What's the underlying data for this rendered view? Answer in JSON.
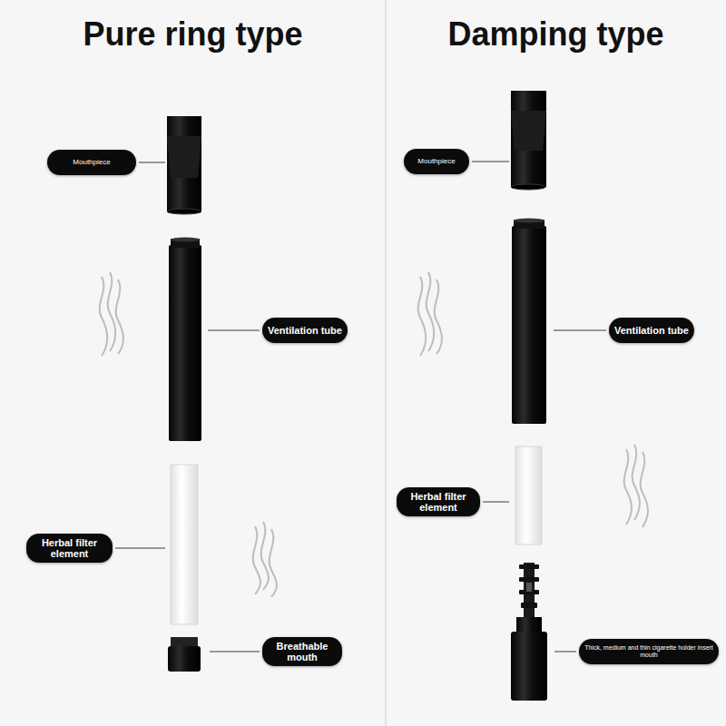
{
  "diagram": {
    "nodes": [
      {
        "text": [
          "Mouthpiece"
        ]
      },
      {
        "text": [
          "Ventilation tube"
        ]
      },
      {
        "text": [
          "Herbal filter element"
        ]
      },
      {
        "text": [
          "Breathable mouth"
        ]
      },
      {
        "text": [
          "Mouthpiece"
        ]
      },
      {
        "text": [
          "Ventilation tube"
        ]
      },
      {
        "text": [
          "Herbal filter element"
        ]
      },
      {
        "text": [
          "Thick, medium and thin cigarette holder insert mouth"
        ]
      }
    ],
    "labels": [
      "Pure ring type",
      "Damping type"
    ]
  }
}
